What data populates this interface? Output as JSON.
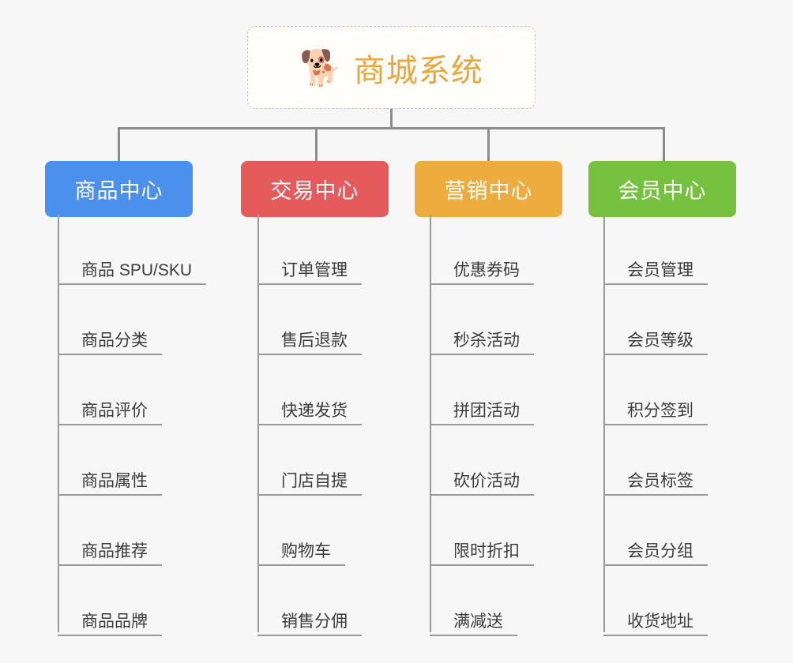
{
  "canvas": {
    "background": "#f7f7f7",
    "connector_color": "#8c8c8c",
    "leaf_line_color": "#9a9a9a"
  },
  "root": {
    "icon": "shiba-dog-face-emoji",
    "emoji": "🐕",
    "title": "商城系统",
    "title_color": "#eaa73c",
    "border_color": "#f0c270",
    "background": "#fffefb"
  },
  "branches": [
    {
      "label": "商品中心",
      "color": "#4a90ec",
      "items": [
        "商品 SPU/SKU",
        "商品分类",
        "商品评价",
        "商品属性",
        "商品推荐",
        "商品品牌"
      ]
    },
    {
      "label": "交易中心",
      "color": "#e55a5a",
      "items": [
        "订单管理",
        "售后退款",
        "快递发货",
        "门店自提",
        "购物车",
        "销售分佣"
      ]
    },
    {
      "label": "营销中心",
      "color": "#eeab3e",
      "items": [
        "优惠券码",
        "秒杀活动",
        "拼团活动",
        "砍价活动",
        "限时折扣",
        "满减送"
      ]
    },
    {
      "label": "会员中心",
      "color": "#76c140",
      "items": [
        "会员管理",
        "会员等级",
        "积分签到",
        "会员标签",
        "会员分组",
        "收货地址"
      ]
    }
  ]
}
